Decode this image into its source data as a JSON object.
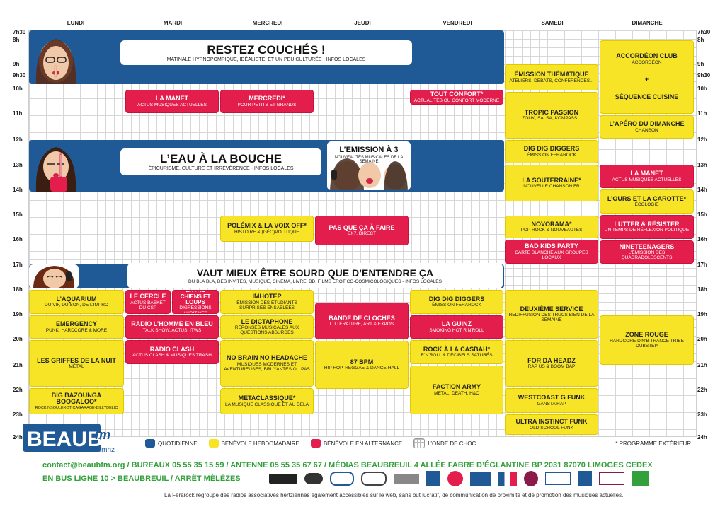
{
  "days": [
    "LUNDI",
    "MARDI",
    "MERCREDI",
    "JEUDI",
    "VENDREDI",
    "SAMEDI",
    "DIMANCHE"
  ],
  "hours_left": [
    "7h30",
    "8h",
    "9h",
    "9h30",
    "10h",
    "11h",
    "12h",
    "13h",
    "14h",
    "15h",
    "16h",
    "17h",
    "18h",
    "19h",
    "20h",
    "21h",
    "22h",
    "23h",
    "24h"
  ],
  "main": {
    "restez": {
      "title": "RESTEZ COUCHÉS !",
      "sub": "MATINALE HYPNOPOMPIQUE, IDÉALISTE, ET UN PEU CULTURÉE - INFOS LOCALES"
    },
    "eau": {
      "title": "L’EAU À LA BOUCHE",
      "sub": "ÉPICURISME, CULTURE ET IRRÉVÉRENCE - INFOS LOCALES"
    },
    "emission3": {
      "title": "L’EMISSION À 3",
      "sub": "NOUVEAUTÉS MUSICALES DE LA SEMAINE"
    },
    "vaut": {
      "title": "VAUT MIEUX ÊTRE SOURD QUE D’ENTENDRE ÇA",
      "sub": "DU BLA BLA, DES INVITÉS, MUSIQUE, CINÉMA, LIVRE, BD, FILMS ÉROTICO-COSMICOLOGIQUES - INFOS LOCALES"
    }
  },
  "blocks": {
    "manet_mar": {
      "t": "LA MANET",
      "s": "ACTUS MUSIQUES ACTUELLES"
    },
    "mercredi": {
      "t": "MERCREDI*",
      "s": "POUR PETITS ET GRANDS"
    },
    "tout_confort": {
      "t": "TOUT CONFORT*",
      "s": "ACTUALITÉS OU CONFORT MODERNE"
    },
    "polemix": {
      "t": "POLÉMIX & LA VOIX OFF*",
      "s": "HISTOIRE & (GÉO)POLITIQUE"
    },
    "pas_que": {
      "t": "PAS QUE ÇA À FAIRE",
      "s": "EX7. DIRECT"
    },
    "aquarium": {
      "t": "L’AQUARIUM",
      "s": "DU VIF, DU SON, DE L’IMPRO"
    },
    "emergency": {
      "t": "EMERGENCY",
      "s": "PUNK, HARDCORE & MORE"
    },
    "griffes": {
      "t": "LES GRIFFES DE LA NUIT",
      "s": "MÉTAL"
    },
    "bazounga": {
      "t": "BIG BAZOUNGA BOOGALOO*",
      "s": "ROCKINSOULEXOTICAGARAGE-BILLYDELIC"
    },
    "cercle": {
      "t": "LE CERCLE",
      "s": "ACTUS BASKET DU CSP"
    },
    "chiens": {
      "t": "ENTRE CHIENS ET LOUPS",
      "s": "DIGRESSIONS AUDITIVES"
    },
    "radio_homme": {
      "t": "RADIO L’HOMME EN BLEU",
      "s": "TALK SHOW, ACTUS, ITWS"
    },
    "radio_clash": {
      "t": "RADIO CLASH",
      "s": "ACTUS CLASH & MUSIQUES TRASH"
    },
    "imhotep": {
      "t": "IMHOTEP",
      "s": "ÉMISSION DES ÉTUDIANTS SURPRISES ENSABLÉES"
    },
    "dictaphone": {
      "t": "LE DICTAPHONE",
      "s": "RÉPONSES MUSICALES AUX QUESTIONS ABSURDES"
    },
    "no_brain": {
      "t": "NO BRAIN NO HEADACHE",
      "s": "MUSIQUES MODERNES ET AVENTUREUSES, BRUYANTES OU PAS"
    },
    "metaclassique": {
      "t": "METACLASSIQUE*",
      "s": "LA MUSIQUE CLASSIQUE ET AU DELÀ"
    },
    "bande_cloches": {
      "t": "BANDE DE CLOCHES",
      "s": "LITTÉRATURE, ART & EXPOS"
    },
    "bpm": {
      "t": "87 BPM",
      "s": "HIP HOP, REGGAE & DANCE-HALL"
    },
    "dig_ven": {
      "t": "DIG DIG DIGGERS",
      "s": "ÉMISSION FERAROCK"
    },
    "guinz": {
      "t": "LA GUINZ",
      "s": "SMOKING HOT R’N’ROLL"
    },
    "casbah": {
      "t": "ROCK À LA CASBAH*",
      "s": "R’N’ROLL & DÉCIBELS SATURÉS"
    },
    "faction": {
      "t": "FACTION ARMY",
      "s": "METAL, DEATH, H&C"
    },
    "thematique": {
      "t": "ÉMISSION THÉMATIQUE",
      "s": "ATELIERS, DÉBATS, CONFÉRENCES..."
    },
    "tropic": {
      "t": "TROPIC PASSION",
      "s": "ZOUK, SALSA, KOMPASS..."
    },
    "dig_sam": {
      "t": "DIG DIG DIGGERS",
      "s": "ÉMISSION FERAROCK"
    },
    "souterraine": {
      "t": "LA SOUTERRAINE*",
      "s": "NOUVELLE CHANSON FR"
    },
    "novorama": {
      "t": "NOVORAMA*",
      "s": "POP ROCK & NOUVEAUTÉS"
    },
    "bad_kids": {
      "t": "BAD KIDS PARTY",
      "s": "CARTE BLANCHE AUX GROUPES LOCAUX"
    },
    "deuxieme": {
      "t": "DEUXIÈME SERVICE",
      "s": "REDIFFUSION DES TRUCS BIEN DE LA SEMAINE"
    },
    "headz": {
      "t": "FOR DA HEADZ",
      "s": "RAP US & BOOM BAP"
    },
    "westcoast": {
      "t": "WESTCOAST G FUNK",
      "s": "GANSTA RAP"
    },
    "ultra": {
      "t": "ULTRA INSTINCT FUNK",
      "s": "OLD SCHOOL FUNK"
    },
    "accordeon": {
      "t": "ACCORDÉON CLUB",
      "s": "ACCORDÉON"
    },
    "plus": {
      "t": "+",
      "s": ""
    },
    "cuisine": {
      "t": "SÉQUENCE CUISINE",
      "s": ""
    },
    "apero": {
      "t": "L’APÉRO DU DIMANCHE",
      "s": "CHANSON"
    },
    "manet_dim": {
      "t": "LA MANET",
      "s": "ACTUS MUSIQUES ACTUELLES"
    },
    "ours": {
      "t": "L’OURS ET LA CAROTTE*",
      "s": "ÉCOLOGIE"
    },
    "lutter": {
      "t": "LUTTER & RÉSISTER",
      "s": "UN TEMPS DE RÉFLEXION POLITIQUE"
    },
    "nineteen": {
      "t": "NINETEENAGERS",
      "s": "L’ÉMISSION DES QUADRADOLESCENTS"
    },
    "zone_rouge": {
      "t": "ZONE ROUGE",
      "s": "HARDCORE D’N’B TRANCE TRIBE DUBSTEP"
    }
  },
  "legend": {
    "quotidienne": "QUOTIDIENNE",
    "hebdo": "BÉNÉVOLE HEBDOMADAIRE",
    "alternance": "BÉNÉVOLE EN ALTERNANCE",
    "onde": "L’ONDE DE CHOC",
    "exterieur": "* PROGRAMME EXTÉRIEUR"
  },
  "logo": {
    "name": "BEAUB",
    "fm": "fm",
    "mhz": "89mhz"
  },
  "contact": "contact@beaubfm.org / BUREAUX 05 55 35 15 59 / ANTENNE 05 55 35 67 67 / MÉDIAS BEAUBREUIL 4 ALLÉE FABRE D’ÉGLANTINE BP 2031 87070 LIMOGES CEDEX",
  "bus": "EN BUS LIGNE 10 > BEAUBREUIL / ARRÊT MÉLÈZES",
  "footer": "La Ferarock regroupe des radios associatives hertziennes également accessibles sur le web, sans but lucratif, de communication de proximité et de promotion des musiques actuelles.",
  "colors": {
    "blue": "#1f5a96",
    "yellow": "#f7e426",
    "red": "#e31e4c",
    "green": "#33a03b"
  }
}
